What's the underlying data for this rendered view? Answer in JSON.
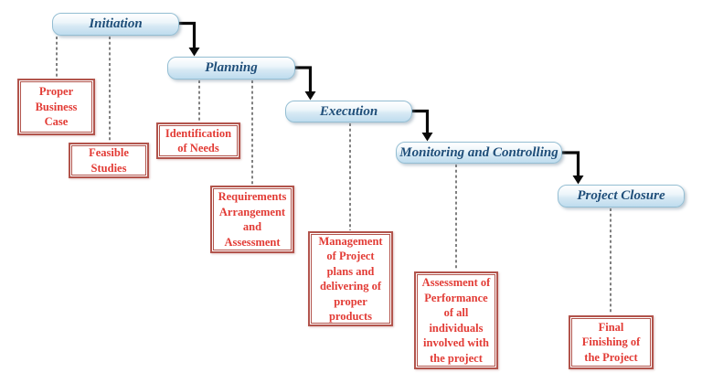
{
  "phases": [
    {
      "label": "Initiation",
      "tasks": [
        {
          "label": "Proper\nBusiness\nCase"
        },
        {
          "label": "Feasible\nStudies"
        }
      ]
    },
    {
      "label": "Planning",
      "tasks": [
        {
          "label": "Identification\nof Needs"
        },
        {
          "label": "Requirements\nArrangement\nand\nAssessment"
        }
      ]
    },
    {
      "label": "Execution",
      "tasks": [
        {
          "label": "Management\nof Project\nplans and\ndelivering of\nproper\nproducts"
        }
      ]
    },
    {
      "label": "Monitoring and Controlling",
      "tasks": [
        {
          "label": "Assessment of\nPerformance\nof all\nindividuals\ninvolved with\nthe project"
        }
      ]
    },
    {
      "label": "Project Closure",
      "tasks": [
        {
          "label": "Final\nFinishing of\nthe Project"
        }
      ]
    }
  ],
  "colors": {
    "background": "#ffffff",
    "phase_fill_top": "#ffffff",
    "phase_fill_bottom": "#bedcee",
    "phase_border": "#94bed3",
    "phase_text": "#1f4e79",
    "task_border": "#b2544c",
    "task_text": "#e23b35",
    "arrow": "#0a0a0a",
    "dashed_line": "#3b3b3b"
  }
}
